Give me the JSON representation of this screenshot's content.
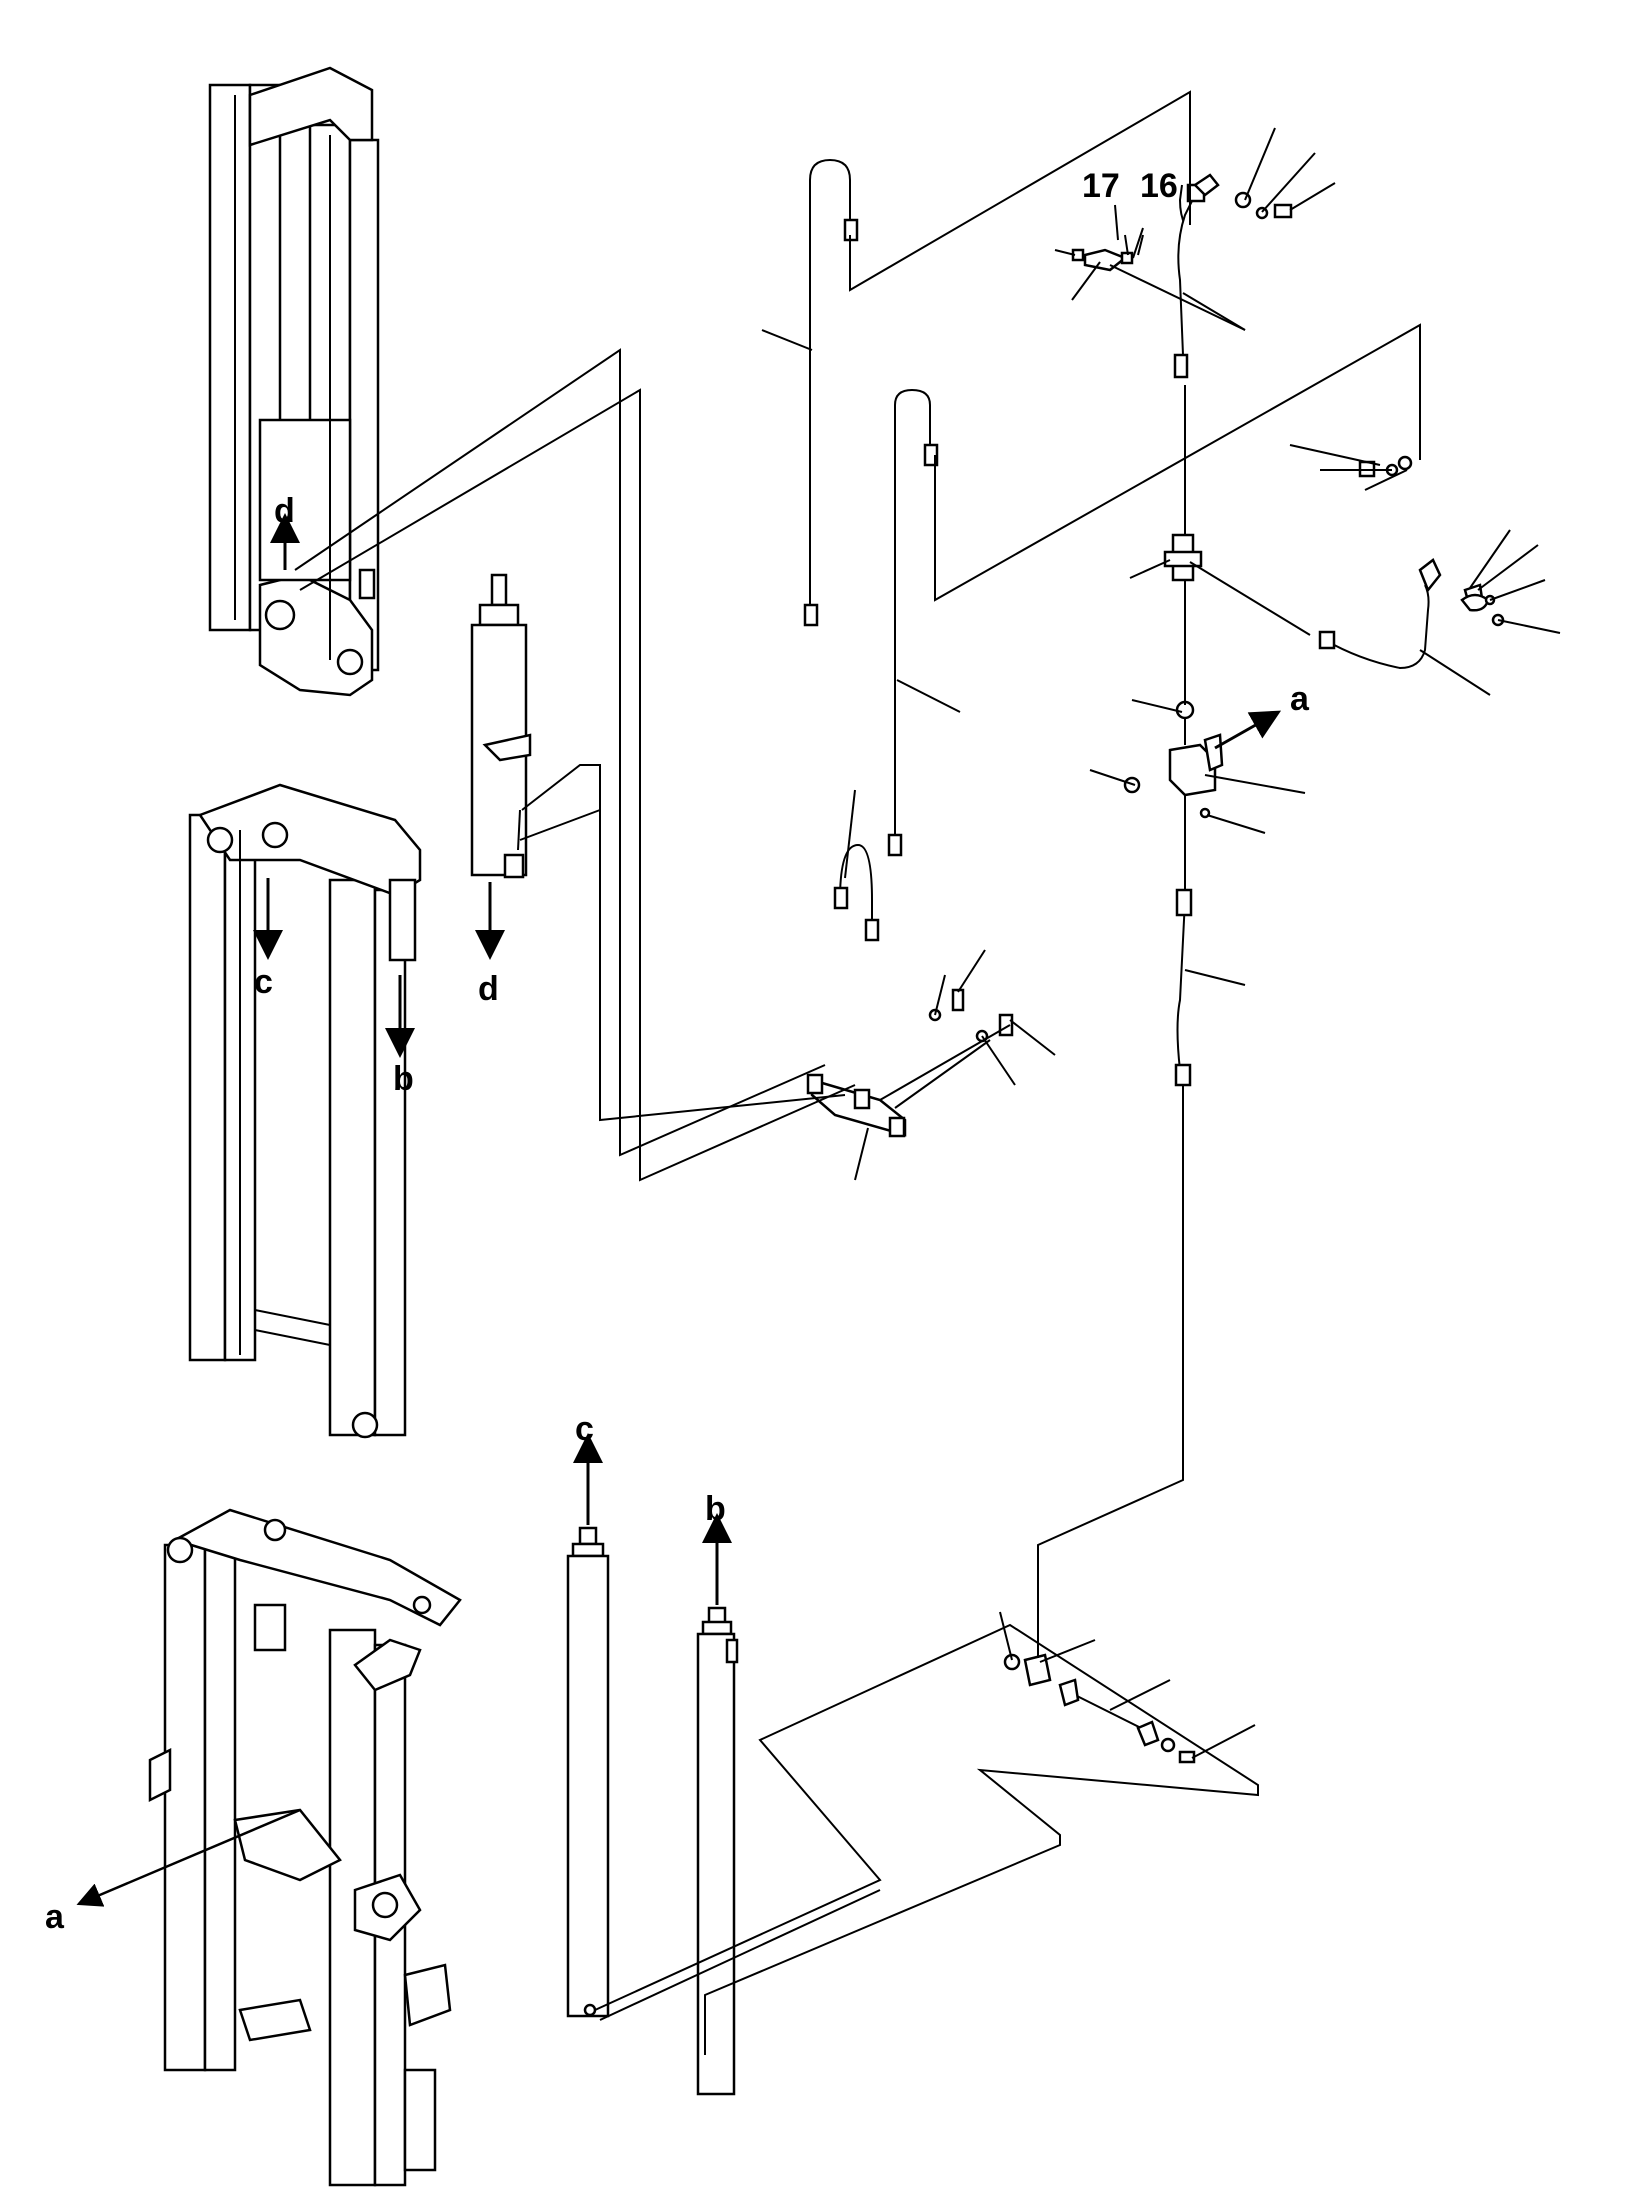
{
  "diagram": {
    "refs": {
      "a": "a",
      "b": "b",
      "c": "c",
      "d": "d"
    },
    "part_numbers": {
      "p17": "17",
      "p16": "16"
    }
  }
}
